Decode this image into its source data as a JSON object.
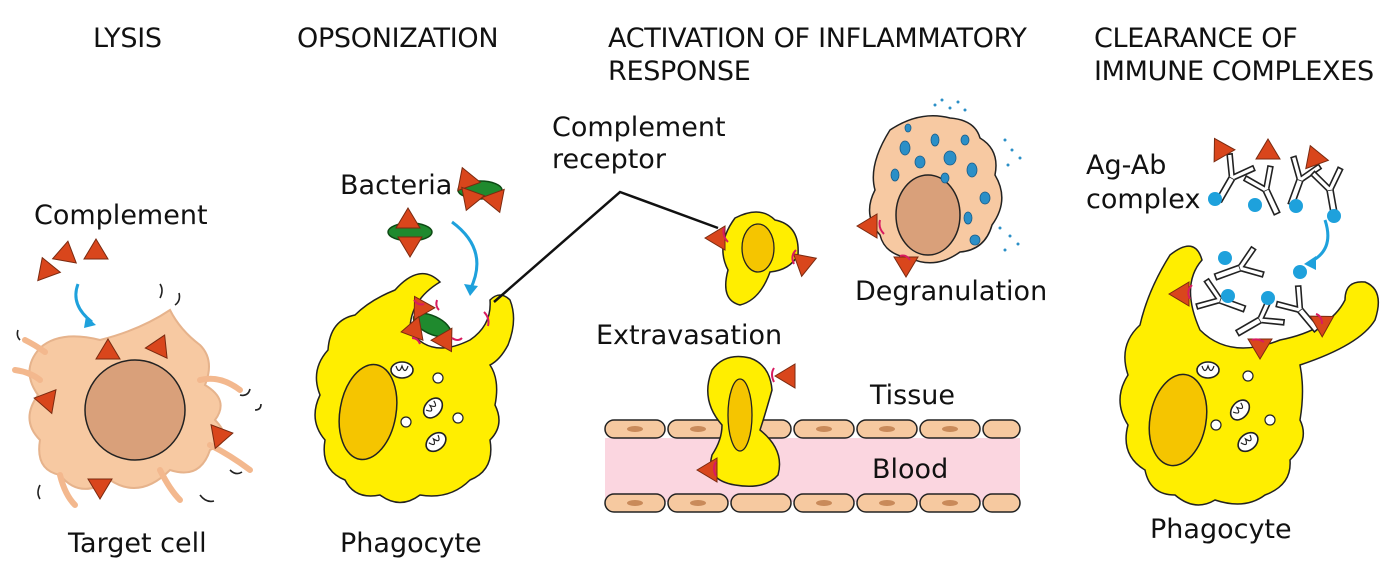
{
  "headings": {
    "lysis": "LYSIS",
    "opsonization": "OPSONIZATION",
    "inflammatory_line1": "ACTIVATION OF INFLAMMATORY",
    "inflammatory_line2": "RESPONSE",
    "clearance_line1": "CLEARANCE OF",
    "clearance_line2": "IMMUNE COMPLEXES"
  },
  "labels": {
    "complement": "Complement",
    "target_cell": "Target cell",
    "bacteria": "Bacteria",
    "phagocyte_left": "Phagocyte",
    "complement_receptor_line1": "Complement",
    "complement_receptor_line2": "receptor",
    "degranulation": "Degranulation",
    "extravasation": "Extravasation",
    "tissue": "Tissue",
    "blood": "Blood",
    "ag_ab_line1": "Ag-Ab",
    "ag_ab_line2": "complex",
    "phagocyte_right": "Phagocyte"
  },
  "colors": {
    "phagocyte_fill": "#ffee00",
    "nucleus_fill": "#f5c500",
    "target_cell_fill": "#f7c9a2",
    "target_nucleus": "#d9a07a",
    "complement_triangle": "#d9461c",
    "bacteria": "#1f8a2e",
    "receptor": "#d81b60",
    "arrow": "#1ea1dc",
    "granule": "#2b8fc7",
    "blood_vessel": "#fbd6e0",
    "endothelium": "#f6c9a0"
  },
  "icons": [
    "complement-triangle",
    "bacteria",
    "complement-receptor",
    "antibody",
    "antigen",
    "granule",
    "mitochondrion"
  ]
}
